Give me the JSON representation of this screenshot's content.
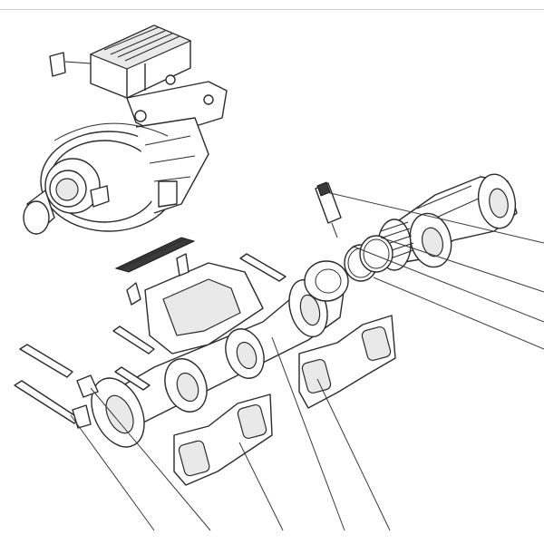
{
  "diagram": {
    "parts": [
      {
        "id": "turbocharger",
        "icon": "turbocharger-icon"
      },
      {
        "id": "actuator",
        "icon": "actuator-icon"
      },
      {
        "id": "turbo-gasket",
        "icon": "gasket-icon"
      },
      {
        "id": "exhaust-manifold-front",
        "icon": "manifold-icon"
      },
      {
        "id": "exhaust-manifold-rear",
        "icon": "manifold-icon"
      },
      {
        "id": "manifold-gasket-left",
        "icon": "gasket-icon"
      },
      {
        "id": "manifold-gasket-right",
        "icon": "gasket-icon"
      },
      {
        "id": "bolts",
        "icon": "bolt-icon"
      },
      {
        "id": "sensor-plug",
        "icon": "plug-icon"
      },
      {
        "id": "seal-rings",
        "icon": "ring-icon"
      }
    ],
    "callouts": 9
  }
}
